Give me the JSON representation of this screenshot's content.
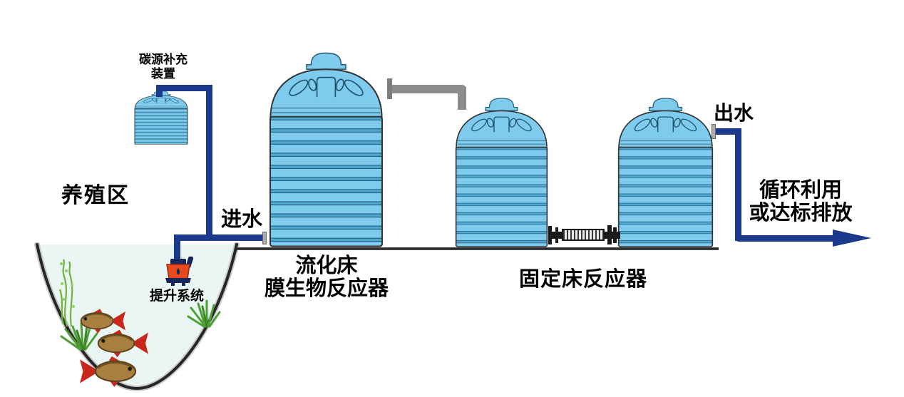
{
  "diagram_type": "aquaculture-water-treatment-process-flow",
  "labels": {
    "carbon_line1": "碳源补充",
    "carbon_line2": "装置",
    "area": "养殖区",
    "inlet": "进水",
    "pump": "提升系统",
    "reactor1_line1": "流化床",
    "reactor1_line2": "膜生物反应器",
    "reactor2": "固定床反应器",
    "outlet": "出水",
    "discharge_line1": "循环利用",
    "discharge_line2": "或达标排放"
  },
  "colors": {
    "tank_fill": "#7ECBEE",
    "tank_band": "#4FA8D2",
    "pipe_blue": "#1B3A8C",
    "pipe_gray": "#8C8C8C",
    "connector_dark": "#1A1A1A",
    "pump_body": "#E8491D",
    "pump_dark": "#16275E",
    "pond_water": "#EAF6F3",
    "ground": "#1D1D1D",
    "plant_green": "#4D9E33",
    "fish_body": "#A87F3F",
    "fish_fin": "#C8281C",
    "text": "#000000"
  }
}
